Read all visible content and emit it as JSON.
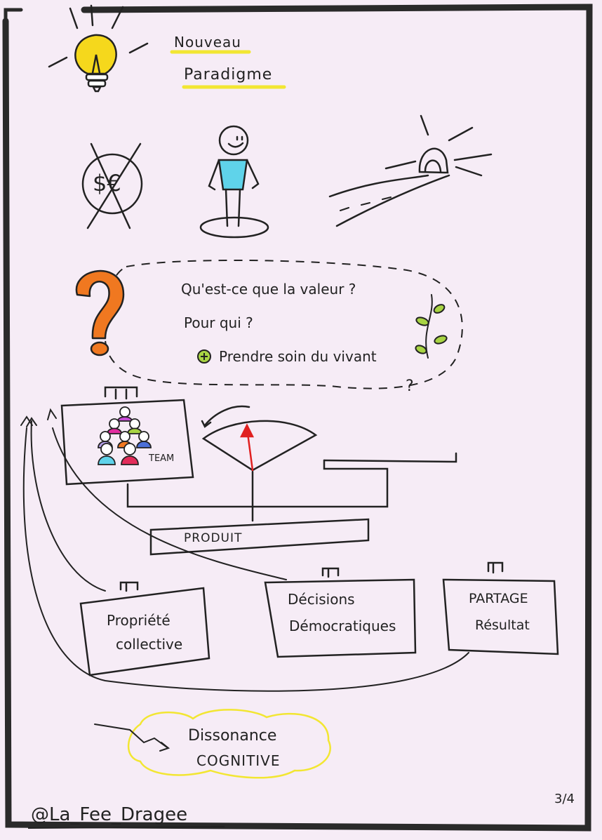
{
  "title": {
    "line1": "Nouveau",
    "line2": "Paradigme"
  },
  "questions": {
    "q1": "Qu'est-ce que la valeur ?",
    "q2": "Pour qui ?",
    "q3": "Prendre soin du vivant",
    "trailing_mark": "?"
  },
  "team_label": "TEAM",
  "produit_label": "PRODUIT",
  "boxes": {
    "propriete_line1": "Propriété",
    "propriete_line2": "collective",
    "decisions_line1": "Décisions",
    "decisions_line2": "Démocratiques",
    "partage_line1": "PARTAGE",
    "partage_line2": "Résultat"
  },
  "dissonance": {
    "line1": "Dissonance",
    "line2": "COGNITIVE"
  },
  "signature": "@La_Fee_Dragee",
  "page_number": "3/4",
  "icons": {
    "money": "$€",
    "plus": "+"
  },
  "colors": {
    "frame": "#2a2a2a",
    "highlight_yellow": "#f2e632",
    "bulb_yellow": "#f5d81c",
    "question_orange": "#f07820",
    "person_blue": "#5fd3ea",
    "leaf_green": "#a8d443",
    "arrow_red": "#e02020"
  }
}
